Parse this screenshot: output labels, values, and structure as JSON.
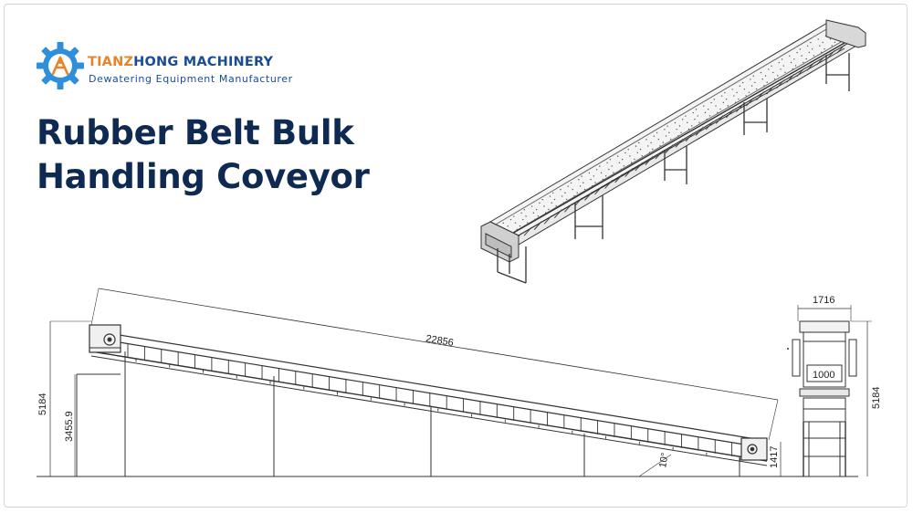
{
  "brand": {
    "name_prefix": "TIANZ",
    "name_rest": "HONG MACHINERY",
    "tagline": "Dewatering Equipment Manufacturer",
    "primary_color": "#1a4c97",
    "accent_color": "#e8832a",
    "logo_icon": "gear-icon"
  },
  "title": {
    "line1": "Rubber Belt Bulk",
    "line2": "Handling Coveyor",
    "color": "#0e2a52"
  },
  "dimensions": {
    "belt_length": "22856",
    "total_height": "5184",
    "intermediate_height": "3455.9",
    "low_end_height": "1417",
    "incline_angle": "10°",
    "overall_width": "1716",
    "belt_width": "1000",
    "end_view_height": "5184"
  }
}
